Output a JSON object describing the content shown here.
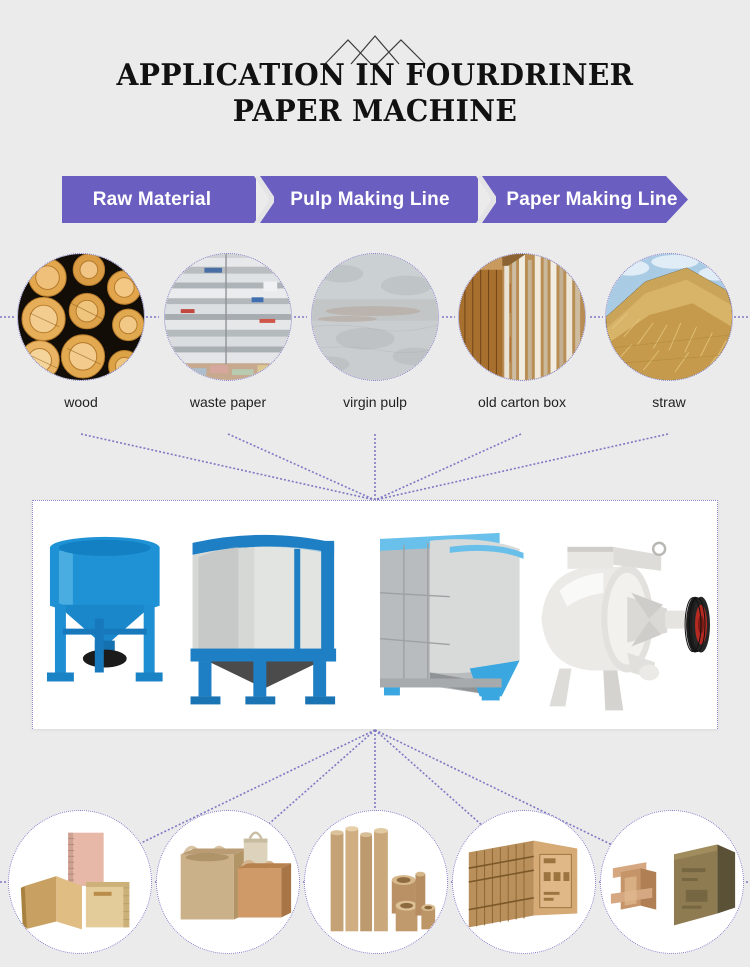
{
  "page": {
    "background_color": "#ebebeb",
    "accent_purple": "#6a5fc0",
    "dotted_line_color": "#7f78c4"
  },
  "header": {
    "ornament": "three-mountain-peaks-icon",
    "title_line1": "APPLICATION IN FOURDRINER",
    "title_line2": "PAPER MACHINE",
    "title_color": "#111111"
  },
  "breadcrumb": {
    "steps": [
      {
        "label": "Raw Material"
      },
      {
        "label": "Pulp Making Line"
      },
      {
        "label": "Paper Making Line"
      }
    ],
    "fill_color": "#6a5fc0",
    "text_color": "#ffffff"
  },
  "raw_materials": [
    {
      "label": "wood",
      "art": "stacked-logs"
    },
    {
      "label": "waste paper",
      "art": "baled-newspaper"
    },
    {
      "label": "virgin pulp",
      "art": "pulp-sheet"
    },
    {
      "label": "old carton box",
      "art": "stacked-cardboard"
    },
    {
      "label": "straw",
      "art": "straw-stack"
    }
  ],
  "equipment_panel": {
    "background_color": "#ffffff",
    "machines": [
      {
        "name": "hydrapulper",
        "color": "#1f92d6"
      },
      {
        "name": "drum-pulper",
        "color": "#1f7fc4"
      },
      {
        "name": "agitator-chest",
        "color": "#b9bcbe"
      },
      {
        "name": "pressure-screen",
        "color": "#e8e8e6"
      }
    ]
  },
  "products": [
    {
      "name": "notebooks-and-folders"
    },
    {
      "name": "paper-shopping-bags"
    },
    {
      "name": "paper-tubes-and-cores"
    },
    {
      "name": "corrugated-carton-box"
    },
    {
      "name": "paper-angle-protectors-and-box"
    }
  ]
}
